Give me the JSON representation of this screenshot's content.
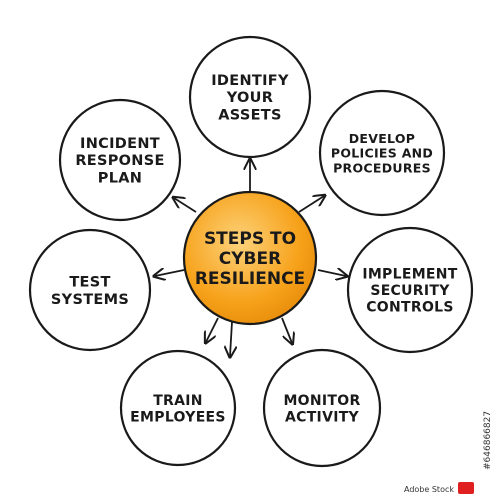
{
  "center": {
    "lines": [
      "STEPS TO",
      "CYBER",
      "RESILIENCE"
    ],
    "fill": "#f7a21b",
    "fill_light": "#fcd27a"
  },
  "nodes": [
    {
      "name": "identify-your-assets",
      "lines": [
        "IDENTIFY",
        "YOUR",
        "ASSETS"
      ]
    },
    {
      "name": "develop-policies-and-procedures",
      "lines": [
        "DEVELOP",
        "POLICIES AND",
        "PROCEDURES"
      ]
    },
    {
      "name": "implement-security-controls",
      "lines": [
        "IMPLEMENT",
        "SECURITY",
        "CONTROLS"
      ]
    },
    {
      "name": "monitor-activity",
      "lines": [
        "MONITOR",
        "ACTIVITY"
      ]
    },
    {
      "name": "train-employees",
      "lines": [
        "TRAIN",
        "EMPLOYEES"
      ]
    },
    {
      "name": "test-systems",
      "lines": [
        "TEST",
        "SYSTEMS"
      ]
    },
    {
      "name": "incident-response-plan",
      "lines": [
        "INCIDENT",
        "RESPONSE",
        "PLAN"
      ]
    }
  ],
  "watermark": {
    "side_id": "#646866827",
    "brand": "Adobe Stock"
  }
}
